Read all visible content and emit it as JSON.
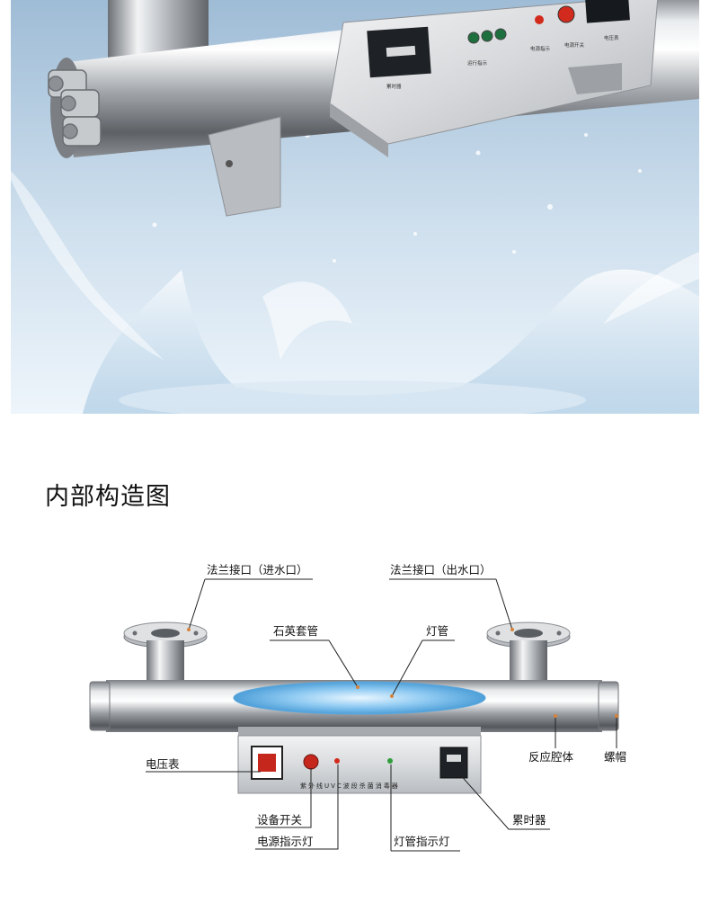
{
  "hero": {
    "counter_label": "累时器",
    "run_indicator_label": "运行指示",
    "power_indicator_label": "电源指示",
    "power_switch_label": "电源开关",
    "voltmeter_label": "电压表"
  },
  "section": {
    "title": "内部构造图"
  },
  "diagram": {
    "labels": {
      "flange_inlet": "法兰接口（进水口）",
      "flange_outlet": "法兰接口（出水口）",
      "quartz_sleeve": "石英套管",
      "lamp_tube": "灯管",
      "voltmeter": "电压表",
      "reaction_chamber": "反应腔体",
      "screw_cap": "螺帽",
      "device_switch": "设备开关",
      "power_indicator": "电源指示灯",
      "lamp_indicator": "灯管指示灯",
      "hour_counter": "累时器"
    },
    "panel_caption": "紫外线UVC波段杀菌消毒器"
  },
  "colors": {
    "water": "#bcd6ea",
    "sky": "#a9c6df",
    "steel": "#c9ccd0",
    "red_indicator": "#d22a1c",
    "green_indicator": "#2f9d3a",
    "lamp_glow": "#6fb6ea"
  }
}
